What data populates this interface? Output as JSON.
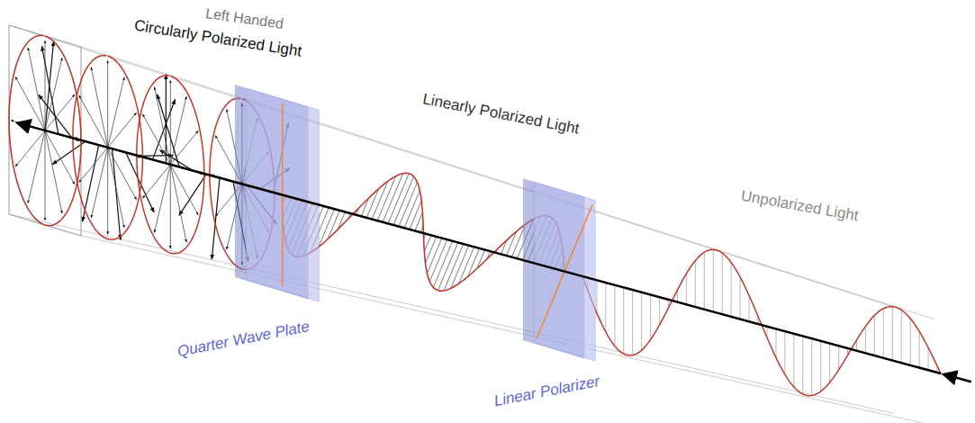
{
  "diagram": {
    "labels": [
      "Left Handed",
      "Circularly Polarized Light",
      "Linearly Polarized Light",
      "Unpolarized Light",
      "Quarter Wave Plate",
      "Linear Polarizer"
    ]
  }
}
